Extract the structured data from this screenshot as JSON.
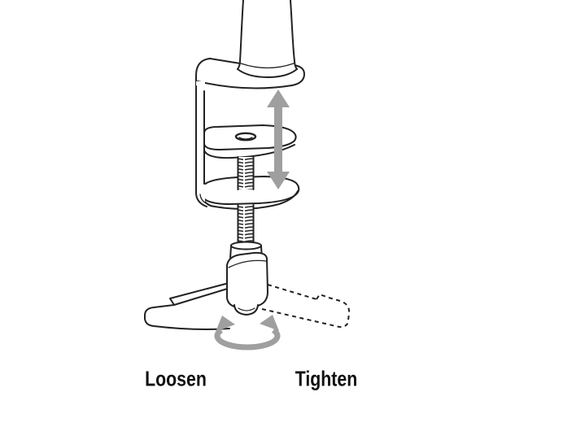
{
  "figure": {
    "title": "clamp-tension-adjustment-diagram",
    "labels": {
      "loosen": "Loosen",
      "tighten": "Tighten"
    },
    "parts": [
      "mounting-pole",
      "c-clamp-bracket",
      "clamp-pad-plate-with-slot",
      "threaded-screw-upper",
      "threaded-screw-lower",
      "adjustment-collar",
      "lever-hub",
      "lever-handle-solid-loosen-position",
      "lever-handle-dashed-tighten-position"
    ],
    "icons": [
      "up-down-arrow-icon",
      "rotate-arrow-icon"
    ],
    "colors": {
      "line_color": "#222222",
      "arrow_color": "#9f9f9f",
      "text_color": "#111111",
      "background_color": "#ffffff"
    }
  }
}
